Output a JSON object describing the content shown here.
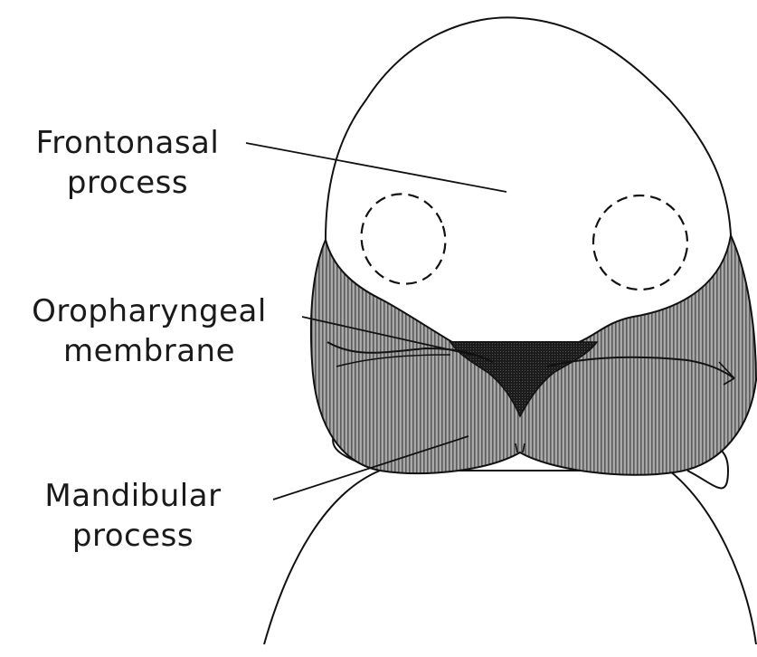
{
  "labels": {
    "frontonasal": {
      "line1": "Frontonasal",
      "line2": "process"
    },
    "oropharyngeal": {
      "line1": "Oropharyngeal",
      "line2": "membrane"
    },
    "mandibular": {
      "line1": "Mandibular",
      "line2": "process"
    }
  },
  "colors": {
    "outline": "#111111",
    "shading": "#8a8a8a",
    "membrane": "#1e1e1e",
    "background": "#ffffff"
  }
}
